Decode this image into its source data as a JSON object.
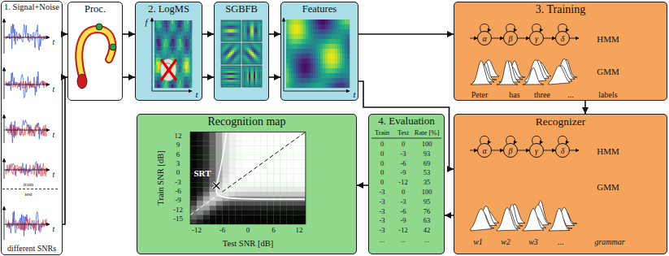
{
  "diagram": {
    "nodes": [
      {
        "text": [
          "1. Signal+Noise",
          "different SNRs"
        ]
      },
      {
        "text": [
          "Proc."
        ]
      },
      {
        "text": [
          "2. LogMS"
        ]
      },
      {
        "text": [
          "SGBFB"
        ]
      },
      {
        "text": [
          "Features"
        ]
      },
      {
        "text": [
          "3. Training"
        ]
      },
      {
        "text": [
          "Recognizer"
        ]
      },
      {
        "text": [
          "4. Evaluation"
        ]
      },
      {
        "text": [
          "Recognition map"
        ]
      }
    ],
    "edges": [
      {
        "from": 0,
        "to": 1,
        "arrow": "to"
      },
      {
        "from": 0,
        "to": 1,
        "arrow": "to"
      },
      {
        "from": 1,
        "to": 2,
        "arrow": "to"
      },
      {
        "from": 1,
        "to": 2,
        "arrow": "to"
      },
      {
        "from": 2,
        "to": 3,
        "arrow": "to"
      },
      {
        "from": 2,
        "to": 3,
        "arrow": "to"
      },
      {
        "from": 3,
        "to": 4,
        "arrow": "to"
      },
      {
        "from": 3,
        "to": 4,
        "arrow": "to"
      },
      {
        "from": 4,
        "to": 5,
        "arrow": "to"
      },
      {
        "from": 4,
        "to": 6,
        "arrow": "to"
      },
      {
        "from": 5,
        "to": 6,
        "arrow": "to"
      },
      {
        "from": 6,
        "to": 7,
        "arrow": "to"
      },
      {
        "from": 7,
        "to": 8,
        "arrow": "to"
      }
    ],
    "labels": [
      "t",
      "t",
      "t",
      "t",
      "t",
      "train",
      "test",
      "f",
      "t",
      "t",
      "α",
      "β",
      "γ",
      "δ",
      "HMM",
      "GMM",
      "Peter",
      "has",
      "three",
      "...",
      "labels",
      "α",
      "β",
      "γ",
      "δ",
      "HMM",
      "GMM",
      "w1",
      "w2",
      "w3",
      "...",
      "grammar",
      "Train",
      "Test",
      "Rate [%]",
      "0",
      "0",
      "100",
      "0",
      "-3",
      "93",
      "0",
      "-6",
      "69",
      "0",
      "-9",
      "53",
      "0",
      "-12",
      "35",
      "-3",
      "0",
      "100",
      "-3",
      "-3",
      "95",
      "-3",
      "-6",
      "76",
      "-3",
      "-9",
      "63",
      "-3",
      "-12",
      "42",
      "...",
      "...",
      "...",
      "12",
      "9",
      "6",
      "3",
      "0",
      "-3",
      "-6",
      "-9",
      "-12",
      "-15",
      "Train SNR [dB]",
      "-12",
      "-6",
      "0",
      "6",
      "12",
      "Test SNR [dB]",
      "SRT"
    ]
  }
}
